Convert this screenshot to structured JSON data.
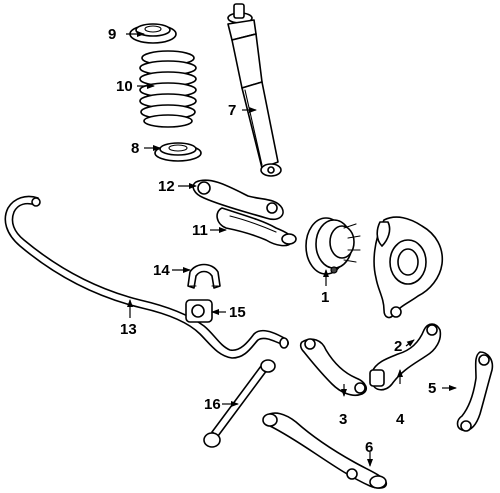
{
  "diagram": {
    "callouts": [
      {
        "id": "1",
        "label": "1",
        "part": "wheel-hub"
      },
      {
        "id": "2",
        "label": "2",
        "part": "lateral-link-upper"
      },
      {
        "id": "3",
        "label": "3",
        "part": "control-arm"
      },
      {
        "id": "4",
        "label": "4",
        "part": "knuckle-mount"
      },
      {
        "id": "5",
        "label": "5",
        "part": "toe-link"
      },
      {
        "id": "6",
        "label": "6",
        "part": "lower-trailing-arm"
      },
      {
        "id": "7",
        "label": "7",
        "part": "shock-absorber"
      },
      {
        "id": "8",
        "label": "8",
        "part": "spring-lower-insulator"
      },
      {
        "id": "9",
        "label": "9",
        "part": "spring-upper-insulator"
      },
      {
        "id": "10",
        "label": "10",
        "part": "coil-spring"
      },
      {
        "id": "11",
        "label": "11",
        "part": "lower-control-arm"
      },
      {
        "id": "12",
        "label": "12",
        "part": "spring-link"
      },
      {
        "id": "13",
        "label": "13",
        "part": "stabilizer-bar"
      },
      {
        "id": "14",
        "label": "14",
        "part": "stabilizer-bracket"
      },
      {
        "id": "15",
        "label": "15",
        "part": "stabilizer-bushing"
      },
      {
        "id": "16",
        "label": "16",
        "part": "stabilizer-link"
      }
    ]
  }
}
